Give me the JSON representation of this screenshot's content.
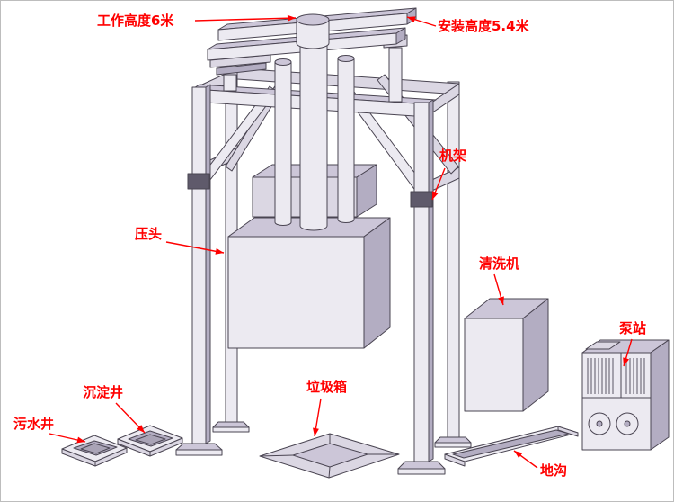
{
  "colors": {
    "label": "#ff0000",
    "outline": "#4a4552",
    "face_light": "#eceaf1",
    "face_top": "#ccc6d8",
    "face_mid": "#dbd7e3",
    "face_side": "#b3adc2",
    "face_dark": "#a9a3b6",
    "clamp": "#5f5a6b",
    "background": "#ffffff"
  },
  "labels": {
    "working_height": "工作高度6米",
    "install_height": "安装高度5.4米",
    "frame": "机架",
    "press_head": "压头",
    "washer": "清洗机",
    "pump_station": "泵站",
    "settling_well": "沉淀井",
    "sewage_well": "污水井",
    "garbage_bin": "垃圾箱",
    "trench": "地沟"
  }
}
